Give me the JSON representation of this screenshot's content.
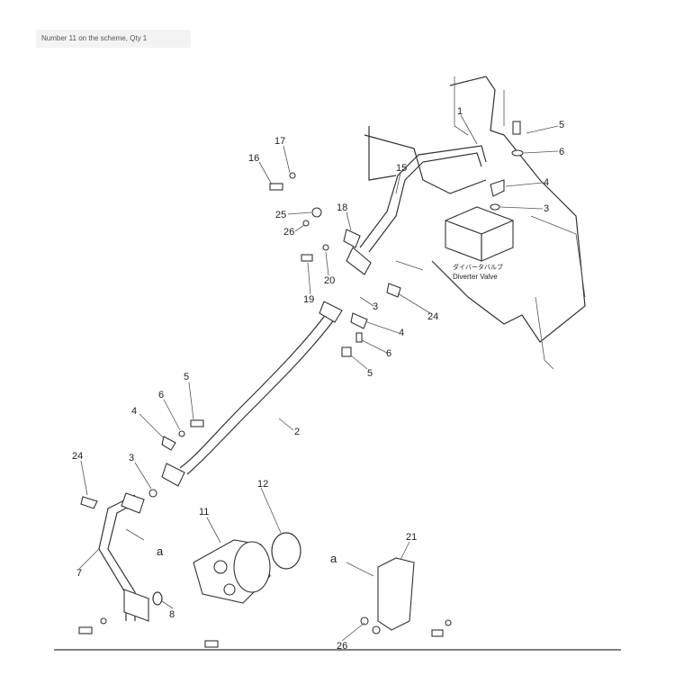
{
  "caption": "Number 11 on the scheme, Qty 1",
  "diverter_valve": {
    "jp_label": "ダイバータバルブ",
    "en_label": "Diverter Valve"
  },
  "callouts": [
    "1",
    "5",
    "6",
    "4",
    "3",
    "17",
    "16",
    "15",
    "18",
    "25",
    "26",
    "20",
    "19",
    "3",
    "24",
    "4",
    "6",
    "5",
    "5",
    "6",
    "4",
    "2",
    "3",
    "24",
    "a",
    "12",
    "11",
    "21",
    "a",
    "7",
    "8",
    "26"
  ]
}
